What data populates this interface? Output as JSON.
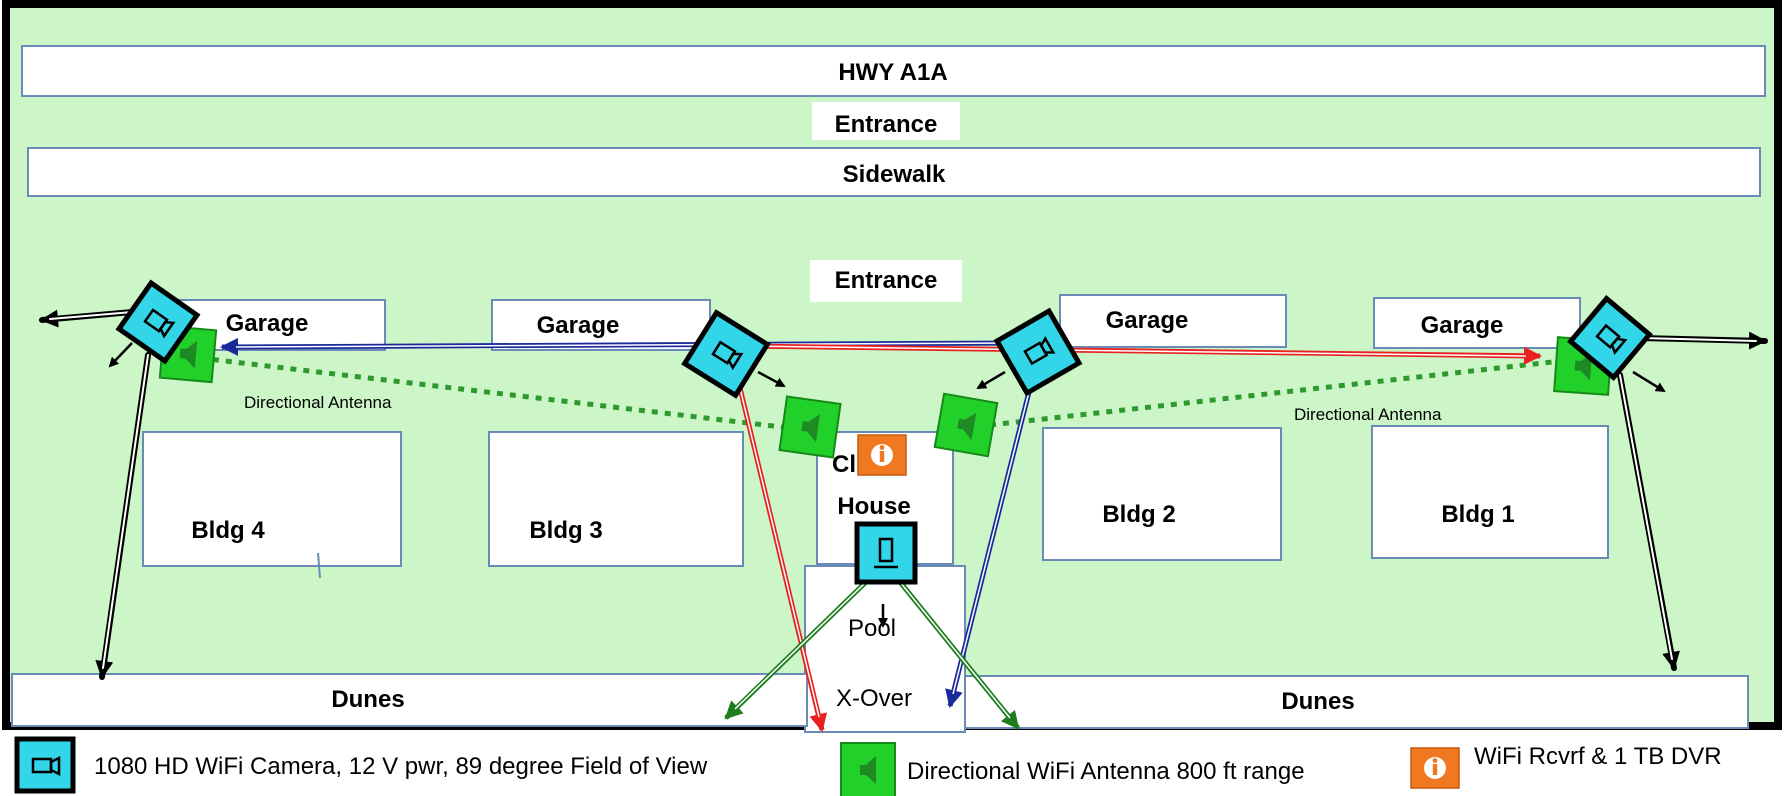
{
  "labels": {
    "highway": "HWY A1A",
    "entrance_top": "Entrance",
    "sidewalk": "Sidewalk",
    "entrance_mid": "Entrance",
    "garage_4": "Garage",
    "garage_3": "Garage",
    "garage_2": "Garage",
    "garage_1": "Garage",
    "bldg_4": "Bldg 4",
    "bldg_3": "Bldg 3",
    "bldg_2": "Bldg 2",
    "bldg_1": "Bldg 1",
    "clubhouse_top": "Cl",
    "clubhouse_bottom": "House",
    "pool": "Pool",
    "xover": "X-Over",
    "dunes_left": "Dunes",
    "dunes_right": "Dunes",
    "antenna_left": "Directional Antenna",
    "antenna_right": "Directional Antenna"
  },
  "legend": {
    "camera": "1080 HD WiFi Camera, 12 V pwr, 89 degree Field of View",
    "antenna": "Directional WiFi Antenna 800 ft range",
    "dvr": "WiFi Rcvrf & 1 TB DVR"
  },
  "colors": {
    "grass": "#ccf5c8",
    "camera": "#33d6e8",
    "antenna": "#22d02a",
    "dvr": "#f07820",
    "link_red": "#e82020",
    "link_blue": "#1a2a9a",
    "link_green": "#1e7e1e",
    "link_black": "#000000",
    "antenna_link": "#2e9a2e"
  }
}
